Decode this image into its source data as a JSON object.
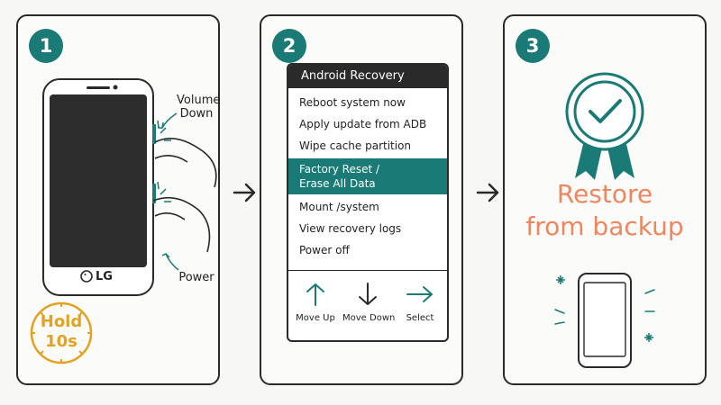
{
  "steps": [
    {
      "number": "1",
      "labels": {
        "volume": "Volume\nDown",
        "power": "Power",
        "brand": "LG",
        "hold_line1": "Hold",
        "hold_line2": "10s"
      }
    },
    {
      "number": "2"
    },
    {
      "number": "3",
      "restore_line1": "Restore",
      "restore_line2": "from backup"
    }
  ],
  "recovery": {
    "title": "Android Recovery",
    "items": [
      {
        "label": "Reboot system now",
        "selected": false
      },
      {
        "label": "Apply update from ADB",
        "selected": false
      },
      {
        "label": "Wipe cache partition",
        "selected": false
      },
      {
        "label": "Factory Reset /\nErase All Data",
        "selected": true
      },
      {
        "label": "Mount /system",
        "selected": false
      },
      {
        "label": "View recovery logs",
        "selected": false
      },
      {
        "label": "Power off",
        "selected": false
      }
    ],
    "nav": [
      {
        "label": "Move Up",
        "icon": "arrow-up-icon"
      },
      {
        "label": "Move Down",
        "icon": "arrow-down-icon"
      },
      {
        "label": "Select",
        "icon": "arrow-right-icon"
      }
    ]
  },
  "colors": {
    "teal": "#1a7a76",
    "orange": "#f08660",
    "gold": "#e3a221",
    "ink": "#2a2a2a"
  }
}
